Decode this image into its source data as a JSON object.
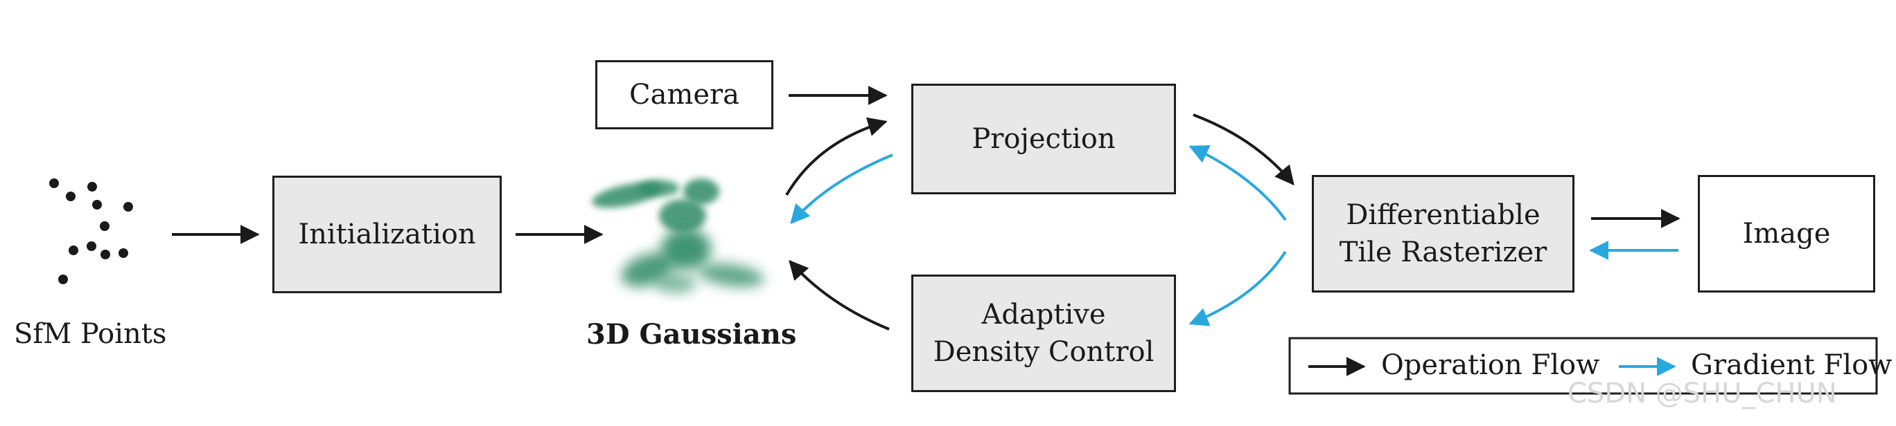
{
  "nodes": {
    "sfm_points": "SfM Points",
    "initialization": "Initialization",
    "gaussians": "3D Gaussians",
    "camera": "Camera",
    "projection": "Projection",
    "adaptive_density_line1": "Adaptive",
    "adaptive_density_line2": "Density Control",
    "rasterizer_line1": "Differentiable",
    "rasterizer_line2": "Tile Rasterizer",
    "image": "Image"
  },
  "legend": {
    "operation": "Operation Flow",
    "gradient": "Gradient Flow"
  },
  "colors": {
    "operation_flow": "#1a1a1a",
    "gradient_flow": "#29a8df",
    "gaussian_green": "#2e8a66",
    "box_fill": "#e8e8e8"
  },
  "watermark": "CSDN @SHU_CHUN"
}
